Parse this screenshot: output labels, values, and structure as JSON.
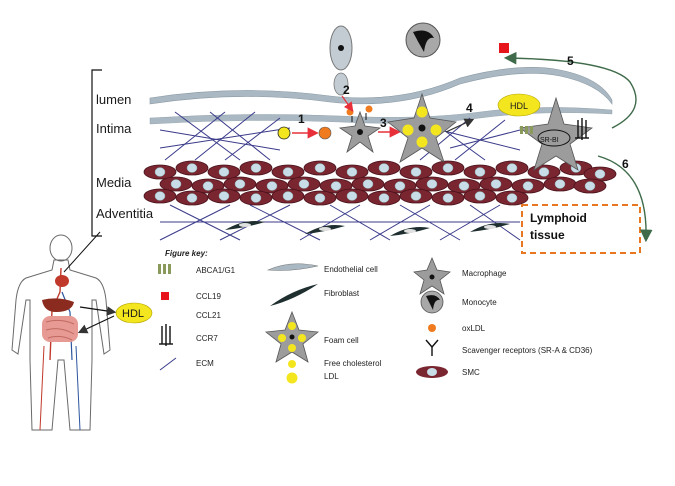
{
  "layers": {
    "lumen": "lumen",
    "intima": "Intima",
    "media": "Media",
    "adventitia": "Adventitia"
  },
  "steps": [
    "1",
    "2",
    "3",
    "4",
    "5",
    "6"
  ],
  "hdl_label": "HDL",
  "body_hdl_label": "HDL",
  "macrophage_label": "SR-BI",
  "lymphoid": {
    "line1": "Lymphoid",
    "line2": "tissue"
  },
  "key": {
    "title": "Figure key:",
    "abca": "ABCA1/G1",
    "ccl19": "CCL19",
    "ccl21": "CCL21",
    "ccr7": "CCR7",
    "ecm": "ECM",
    "endothelial": "Endothelial cell",
    "fibroblast": "Fibroblast",
    "foam": "Foam cell",
    "free_chol": "Free cholesterol",
    "ldl": "LDL",
    "macrophage": "Macrophage",
    "monocyte": "Monocyte",
    "oxldl": "oxLDL",
    "scavenger": "Scavenger receptors (SR-A & CD36)",
    "smc": "SMC"
  },
  "colors": {
    "endothelium": "#a9b8c2",
    "smc": "#7a2631",
    "smc_nucleus": "#c9dde8",
    "macrophage": "#9c9c9c",
    "foam_lipid": "#f4e61e",
    "oxldl": "#f07a1e",
    "ccl19": "#e8141c",
    "ecm": "#3a3a8a",
    "abca": "#8a9a5b",
    "lymph_border": "#e87722",
    "arrow_red": "#e8303a"
  }
}
